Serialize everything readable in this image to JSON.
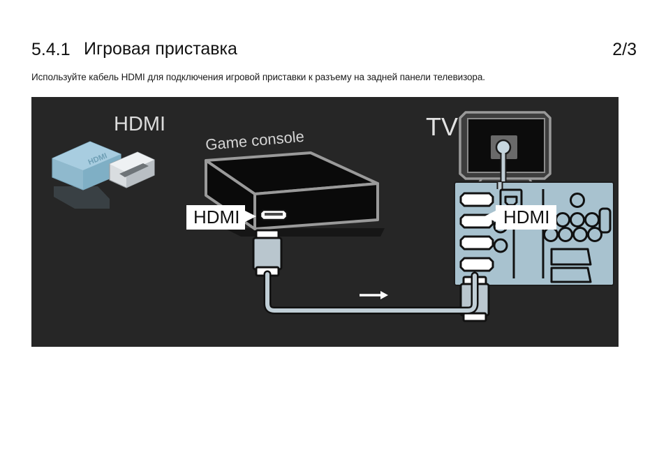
{
  "header": {
    "section_number": "5.4.1",
    "section_title": "Игровая приставка",
    "page_indicator": "2/3",
    "instruction": "Используйте кабель HDMI для подключения игровой приставки к разъему на задней панели телевизора."
  },
  "illustration": {
    "background_color": "#262626",
    "cable_color": "#b9c6ce",
    "panel_color": "#a8c2cf",
    "outline_color": "#8c8c8c",
    "callout_bg": "#ffffff",
    "callout_text_color": "#111111",
    "hdmi_plug_label": "HDMI",
    "tv_label": "TV",
    "console_label": "Game console",
    "console_callout": "HDMI",
    "tv_callout": "HDMI",
    "connector_plug_brand": "HDMI",
    "direction_arrow": "arrow-right",
    "tv_panel": {
      "hdmi_port_count": 4,
      "rca_row_counts": [
        1,
        3,
        4
      ],
      "rect_port_count": 2,
      "small_circle_count": 2
    }
  }
}
